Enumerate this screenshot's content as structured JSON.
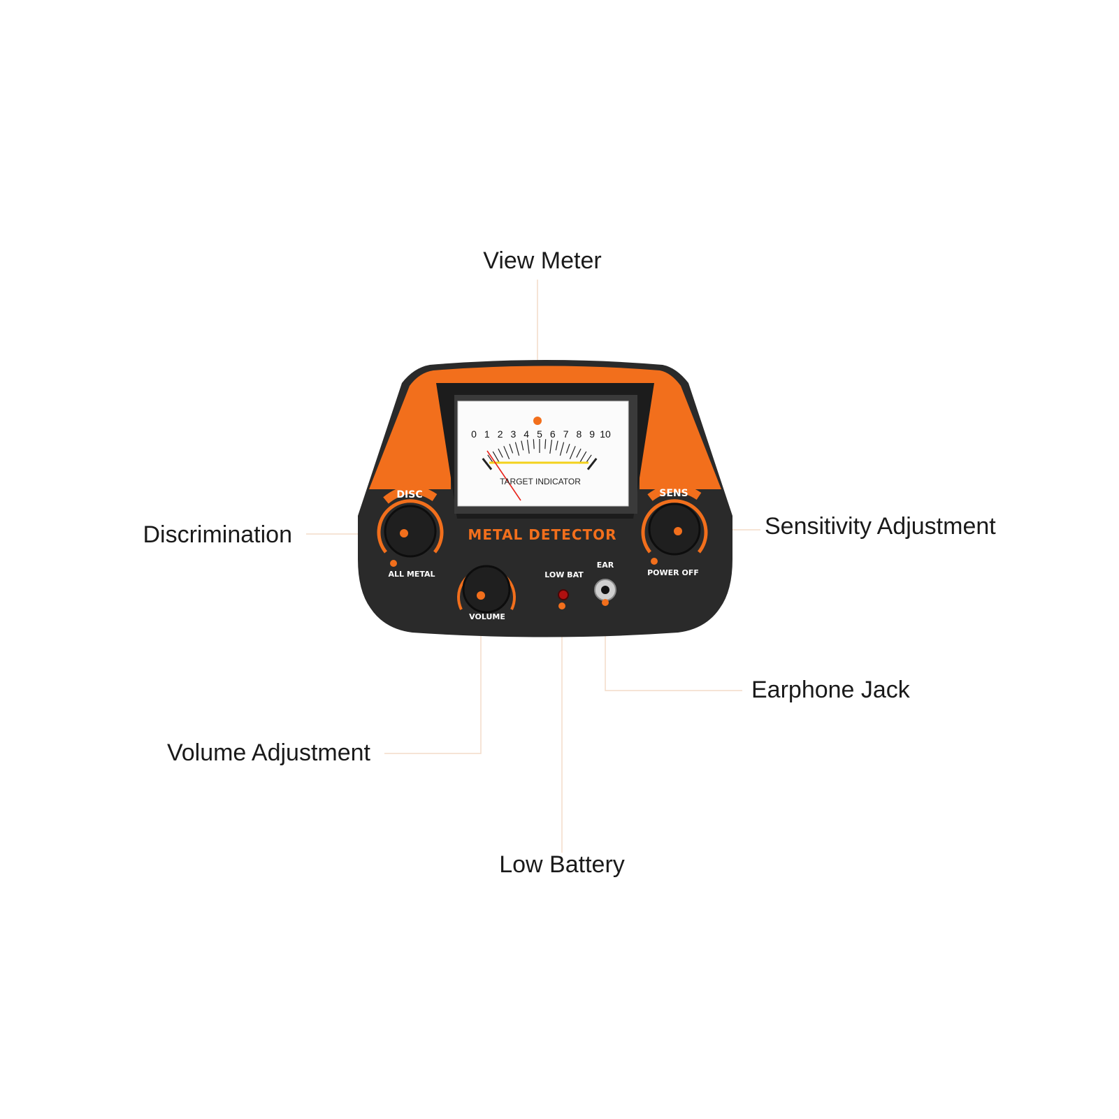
{
  "colors": {
    "accent": "#f26f1c",
    "body": "#2a2a2a",
    "leader": "#f3dcc8",
    "meter_face": "#fbfbfb",
    "needle": "#e8231b",
    "yellow_band": "#f3d21c",
    "led": "#b01010"
  },
  "callouts": {
    "view_meter": "View Meter",
    "discrimination": "Discrimination",
    "sensitivity": "Sensitivity Adjustment",
    "earphone": "Earphone Jack",
    "volume": "Volume Adjustment",
    "low_battery": "Low Battery"
  },
  "device": {
    "title": "METAL DETECTOR",
    "disc_label": "DISC",
    "sens_label": "SENS",
    "all_metal": "ALL METAL",
    "power_off": "POWER OFF",
    "volume_label": "VOLUME",
    "low_bat": "LOW BAT",
    "ear": "EAR",
    "meter": {
      "caption": "TARGET INDICATOR",
      "scale": [
        "0",
        "1",
        "2",
        "3",
        "4",
        "5",
        "6",
        "7",
        "8",
        "9",
        "10"
      ]
    }
  }
}
